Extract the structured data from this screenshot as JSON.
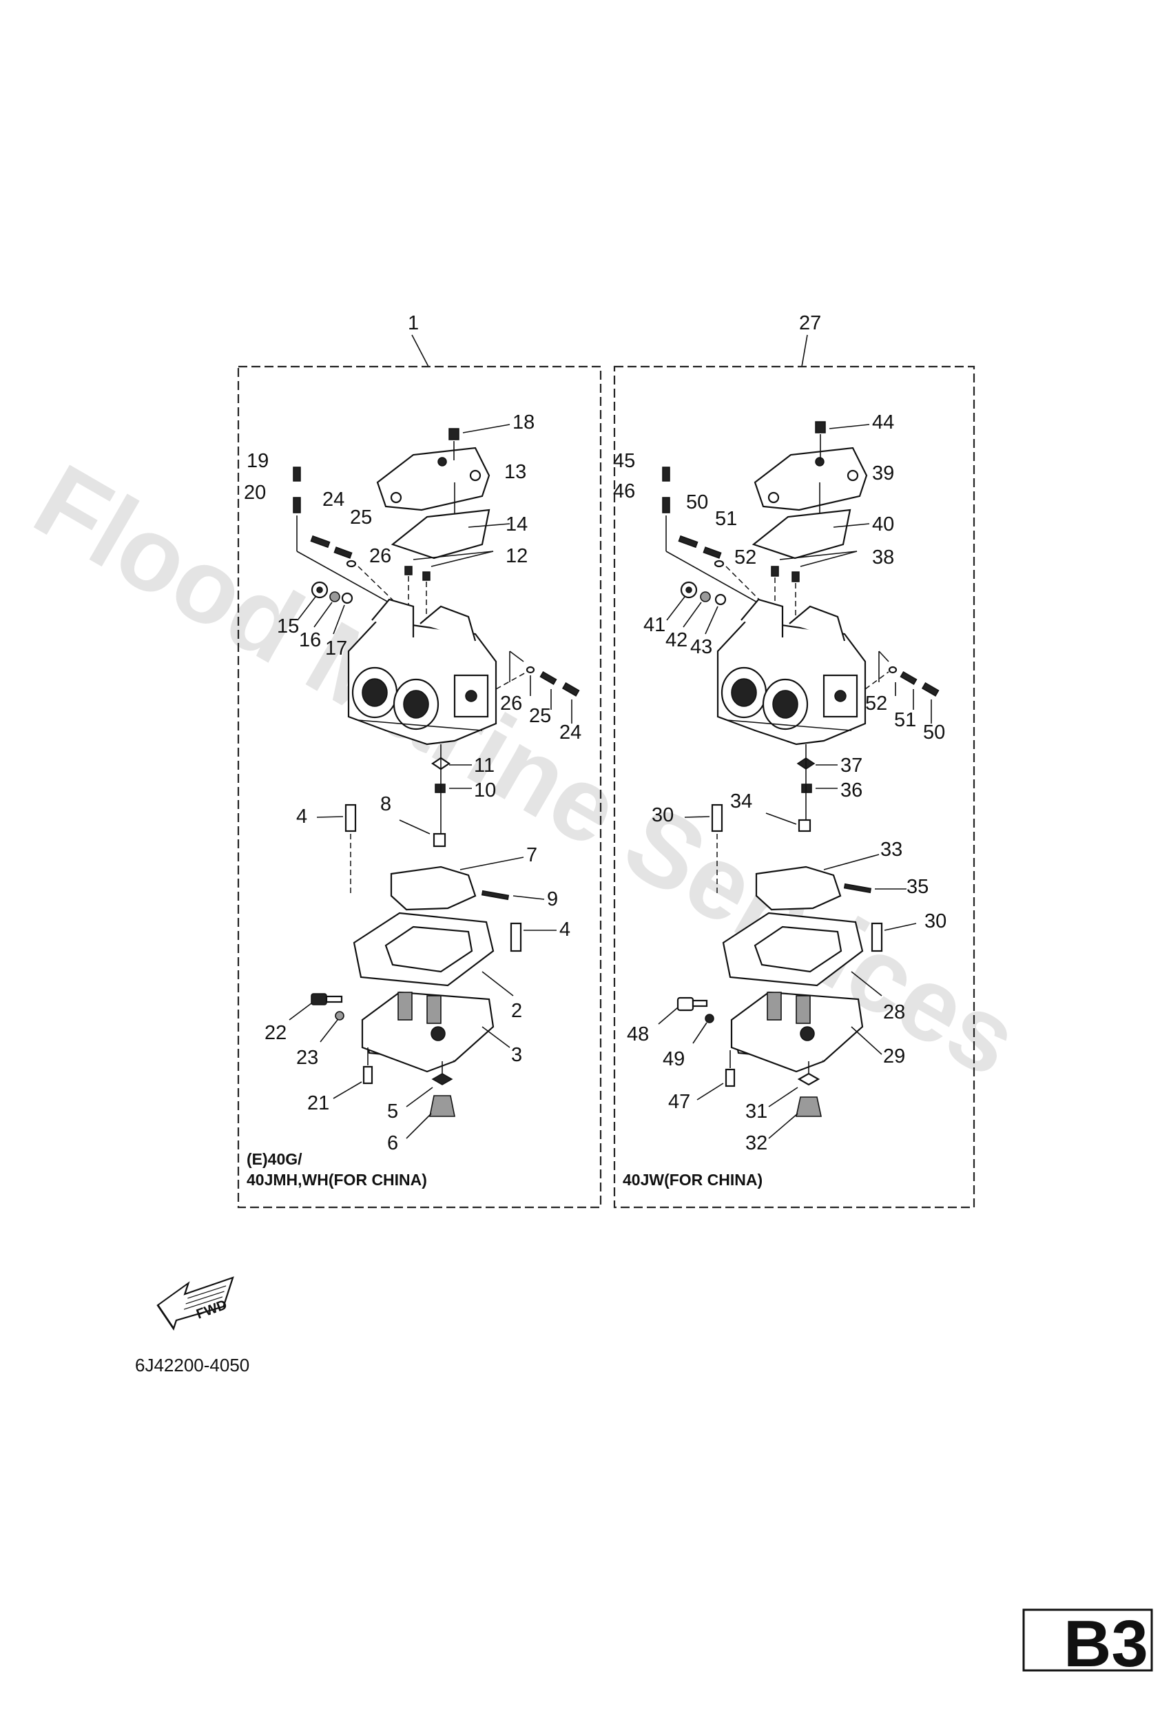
{
  "watermark": "Flood Marine Services",
  "groups": [
    {
      "ref": "1",
      "caption_lines": [
        "(E)40G/",
        "40JMH,WH(FOR CHINA)"
      ]
    },
    {
      "ref": "27",
      "caption_lines": [
        "40JW(FOR CHINA)"
      ]
    }
  ],
  "left_callouts": [
    "18",
    "19",
    "13",
    "20",
    "24",
    "25",
    "14",
    "26",
    "12",
    "15",
    "16",
    "17",
    "26",
    "25",
    "24",
    "11",
    "10",
    "8",
    "4",
    "7",
    "9",
    "4",
    "2",
    "22",
    "23",
    "3",
    "21",
    "5",
    "6"
  ],
  "right_callouts": [
    "44",
    "45",
    "39",
    "46",
    "50",
    "51",
    "40",
    "52",
    "38",
    "41",
    "42",
    "43",
    "52",
    "51",
    "50",
    "37",
    "36",
    "34",
    "30",
    "33",
    "35",
    "30",
    "28",
    "48",
    "49",
    "29",
    "47",
    "31",
    "32"
  ],
  "fwd_label": "FWD",
  "part_number": "6J42200-4050",
  "page_badge": "B3"
}
